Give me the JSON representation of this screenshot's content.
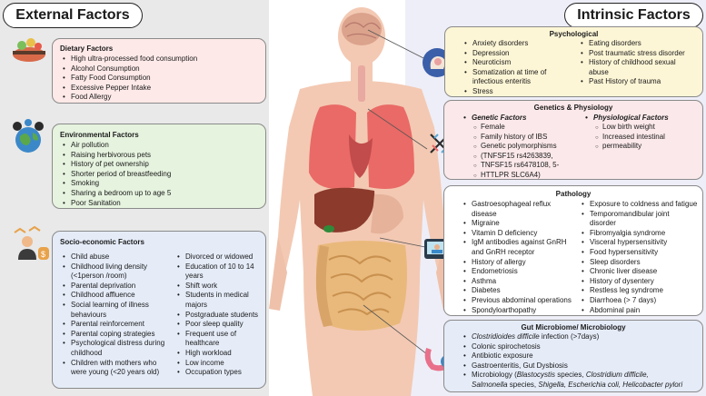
{
  "headers": {
    "external": "External Factors",
    "intrinsic": "Intrinsic Factors"
  },
  "dietary": {
    "title": "Dietary Factors",
    "items": [
      "High ultra-processed food consumption",
      "Alcohol Consumption",
      "Fatty Food Consumption",
      "Excessive Pepper Intake",
      "Food Allergy"
    ]
  },
  "environmental": {
    "title": "Environmental Factors",
    "items": [
      "Air pollution",
      "Raising herbivorous pets",
      "History of pet ownership",
      "Shorter period of breastfeeding",
      "Smoking",
      "Sharing a bedroom up to age 5",
      "Poor Sanitation"
    ]
  },
  "socio": {
    "title": "Socio-economic Factors",
    "col1": [
      "Child abuse",
      "Childhood living density",
      "(<1person /room)",
      "Parental deprivation",
      "Childhood affluence",
      "Social learning of illness",
      "behaviours",
      "Parental reinforcement",
      "Parental coping strategies",
      "Psychological distress during",
      "childhood",
      "Children with mothers who",
      "were young (<20 years old)"
    ],
    "col2": [
      "Divorced or widowed",
      "Education of 10 to 14 years",
      "Shift work",
      "Students in medical majors",
      "Postgraduate students",
      "Poor sleep quality",
      "Frequent use of healthcare",
      "High workload",
      "Low income",
      "Occupation types"
    ]
  },
  "psychological": {
    "title": "Psychological",
    "col1": [
      "Anxiety disorders",
      "Depression",
      "Neuroticism",
      "Somatization at time of",
      "infectious enteritis",
      "Stress"
    ],
    "col2": [
      "Eating disorders",
      "Post traumatic stress disorder",
      "History of childhood sexual",
      "abuse",
      "Past History of trauma"
    ]
  },
  "genetics": {
    "title": "Genetics & Physiology",
    "genetic_title": "Genetic Factors",
    "genetic_items": [
      "Female",
      "Family history of IBS",
      "Genetic polymorphisms"
    ],
    "genetic_note": [
      "(TNFSF15 rs4263839,",
      "TNFSF15 rs6478108, 5-",
      "HTTLPR SLC6A4)"
    ],
    "physio_title": "Physiological Factors",
    "physio_items": [
      "Low birth weight",
      "Increased intestinal",
      "permeability"
    ]
  },
  "pathology": {
    "title": "Pathology",
    "col1": [
      "Gastroesophageal reflux",
      "disease",
      "Migraine",
      "Vitamin D deficiency",
      "IgM antibodies against GnRH",
      "and GnRH receptor",
      "History of allergy",
      "Endometriosis",
      "Asthma",
      "Diabetes",
      "Previous abdominal operations",
      "Spondyloarthopathy"
    ],
    "col2": [
      "Exposure to coldness and fatigue",
      "Temporomandibular joint",
      "disorder",
      "Fibromyalgia syndrome",
      "Visceral hypersensitivity",
      "Food hypersensitivity",
      "Sleep disorders",
      "Chronic liver disease",
      "History of dysentery",
      "Restless leg syndrome",
      "Diarrhoea (> 7 days)",
      "Abdominal pain"
    ]
  },
  "gut": {
    "title": "Gut Microbiome/ Microbiology",
    "l1_italic": "Clostridioides difficile",
    "l1_rest": " infection (>7days)",
    "items": [
      "Colonic spirochetosis",
      "Antibiotic exposure",
      "Gastroenteritis, Gut Dysbiosis"
    ],
    "l5a": "Microbiology (",
    "l5b": "Blastocystis",
    "l5c": " species, ",
    "l5d": "Clostridium difficile,",
    "l6a": "Salmonella",
    "l6b": " species, ",
    "l6c": "Shigella, Escherichia coli, Helicobacter pylori"
  },
  "colors": {
    "skin": "#f3c9b3",
    "skin_dark": "#e9b79e",
    "lung": "#e96a66",
    "liver": "#8b3a2c",
    "gut": "#e9b97c",
    "outline": "#8a8a8a"
  }
}
